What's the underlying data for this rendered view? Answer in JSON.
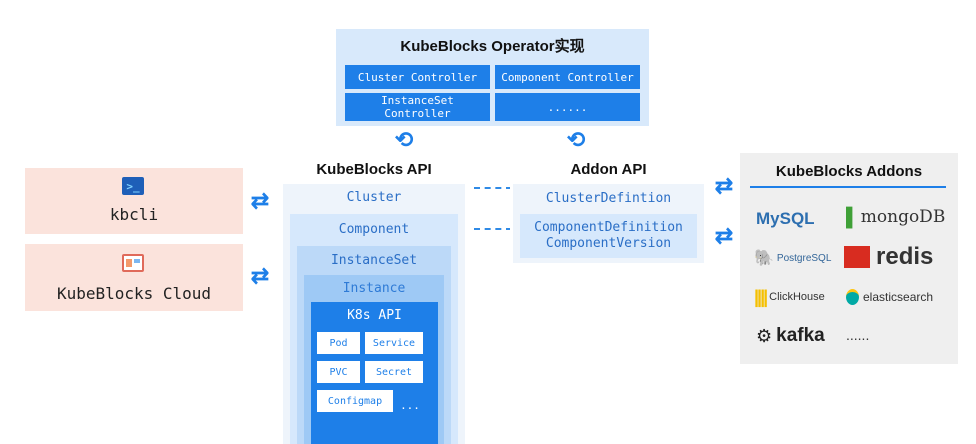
{
  "operator": {
    "title": "KubeBlocks Operator实现",
    "controllers": [
      "Cluster Controller",
      "Component Controller",
      "InstanceSet\nController",
      "......"
    ]
  },
  "kubeblocks_api": {
    "title": "KubeBlocks API",
    "layers": [
      "Cluster",
      "Component",
      "InstanceSet",
      "Instance"
    ],
    "k8s_api": {
      "title": "K8s API",
      "resources": [
        "Pod",
        "Service",
        "PVC",
        "Secret",
        "Configmap"
      ],
      "more": "..."
    }
  },
  "addon_api": {
    "title": "Addon API",
    "items": [
      "ClusterDefintion",
      "ComponentDefinition\nComponentVersion"
    ]
  },
  "addons": {
    "title": "KubeBlocks Addons",
    "logos": {
      "mysql": "MySQL",
      "mongodb": "mongoDB",
      "postgresql": "PostgreSQL",
      "redis": "redis",
      "clickhouse": "ClickHouse",
      "elasticsearch": "elasticsearch",
      "kafka": "kafka",
      "more": "......"
    }
  },
  "clients": {
    "kbcli": "kbcli",
    "cloud": "KubeBlocks Cloud"
  },
  "colors": {
    "accent": "#1e7fe8",
    "operator_bg": "#d8e9fb",
    "client_bg": "#fbe3dc",
    "addons_bg": "#efefef",
    "layer1": "#eef4fb",
    "layer2": "#d6e8fc",
    "layer3": "#bcd9f8",
    "layer4": "#9ec9f5"
  },
  "icons": [
    "terminal-icon",
    "dashboard-icon",
    "sync-arrows-icon"
  ]
}
